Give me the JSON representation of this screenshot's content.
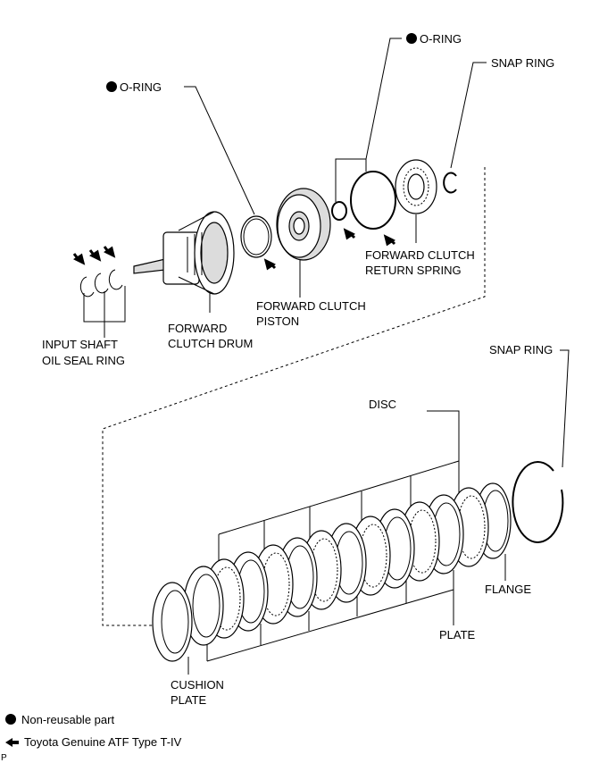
{
  "labels": {
    "oring_left": "O-RING",
    "oring_top": "O-RING",
    "snap_ring_top": "SNAP RING",
    "return_spring_1": "FORWARD CLUTCH",
    "return_spring_2": "RETURN SPRING",
    "piston_1": "FORWARD CLUTCH",
    "piston_2": "PISTON",
    "drum_1": "FORWARD",
    "drum_2": "CLUTCH DRUM",
    "seal_1": "INPUT SHAFT",
    "seal_2": "OIL SEAL RING",
    "snap_ring_bottom": "SNAP RING",
    "disc": "DISC",
    "flange": "FLANGE",
    "plate": "PLATE",
    "cushion_1": "CUSHION",
    "cushion_2": "PLATE"
  },
  "legend": {
    "non_reusable": "Non-reusable part",
    "atf": "Toyota Genuine ATF Type T-IV"
  },
  "corner_mark": "P",
  "icons": {
    "non_reusable": "black-dot-icon",
    "atf": "arrow-left-icon"
  }
}
